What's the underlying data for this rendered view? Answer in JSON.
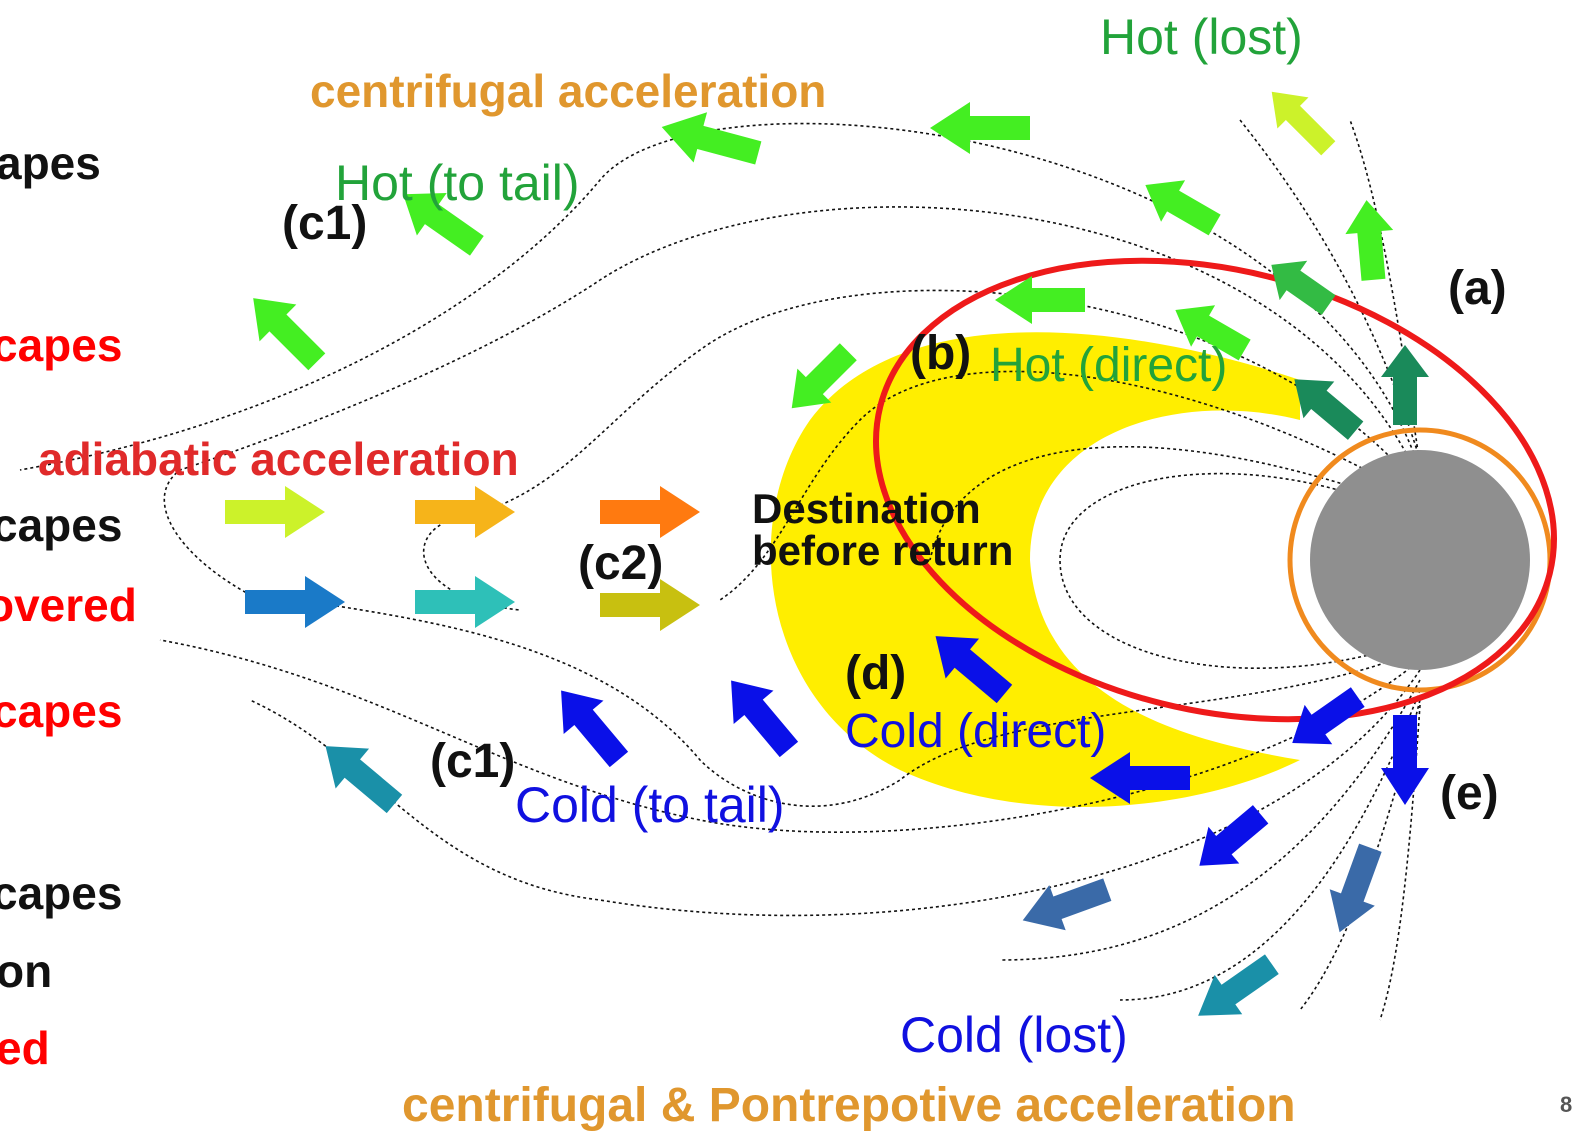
{
  "colors": {
    "hot_label": "#22a33a",
    "cold_label": "#1010e0",
    "centrifugal_label": "#e0972e",
    "adiabatic_label": "#e02a2a",
    "region_fill": "#ffee00",
    "planet": "#8f8f8f",
    "red_ellipse": "#ee1a1a",
    "orange_circle": "#f08a1e",
    "left_red_text": "#ff0000"
  },
  "left_panel": {
    "line1": "apes",
    "line2": "capes",
    "line3": "capes",
    "line4": "overed",
    "line5": "capes",
    "line6": "capes",
    "line7": "on",
    "line8": "ed"
  },
  "labels": {
    "hot_lost": "Hot (lost)",
    "centrifugal_acceleration": "centrifugal acceleration",
    "hot_to_tail": "Hot (to tail)",
    "c1_top": "(c1)",
    "a": "(a)",
    "b": "(b)",
    "hot_direct": "Hot (direct)",
    "adiabatic_acceleration": "adiabatic acceleration",
    "destination_line1": "Destination",
    "destination_line2": "before return",
    "c2": "(c2)",
    "d": "(d)",
    "cold_direct": "Cold (direct)",
    "c1_bottom": "(c1)",
    "cold_to_tail": "Cold (to tail)",
    "e": "(e)",
    "cold_lost": "Cold (lost)",
    "centrifugal_pontrepotive": "centrifugal & Pontrepotive acceleration",
    "page_number": "8"
  },
  "arrow_icons": {
    "hot_arrow_color": "#44ee22",
    "hot_dark_arrow_color": "#1a8a5a",
    "cold_arrow_color": "#0a10e8",
    "cold_dark_arrow_color": "#3a6aa8",
    "teal_arrow_color": "#1a90a8"
  }
}
